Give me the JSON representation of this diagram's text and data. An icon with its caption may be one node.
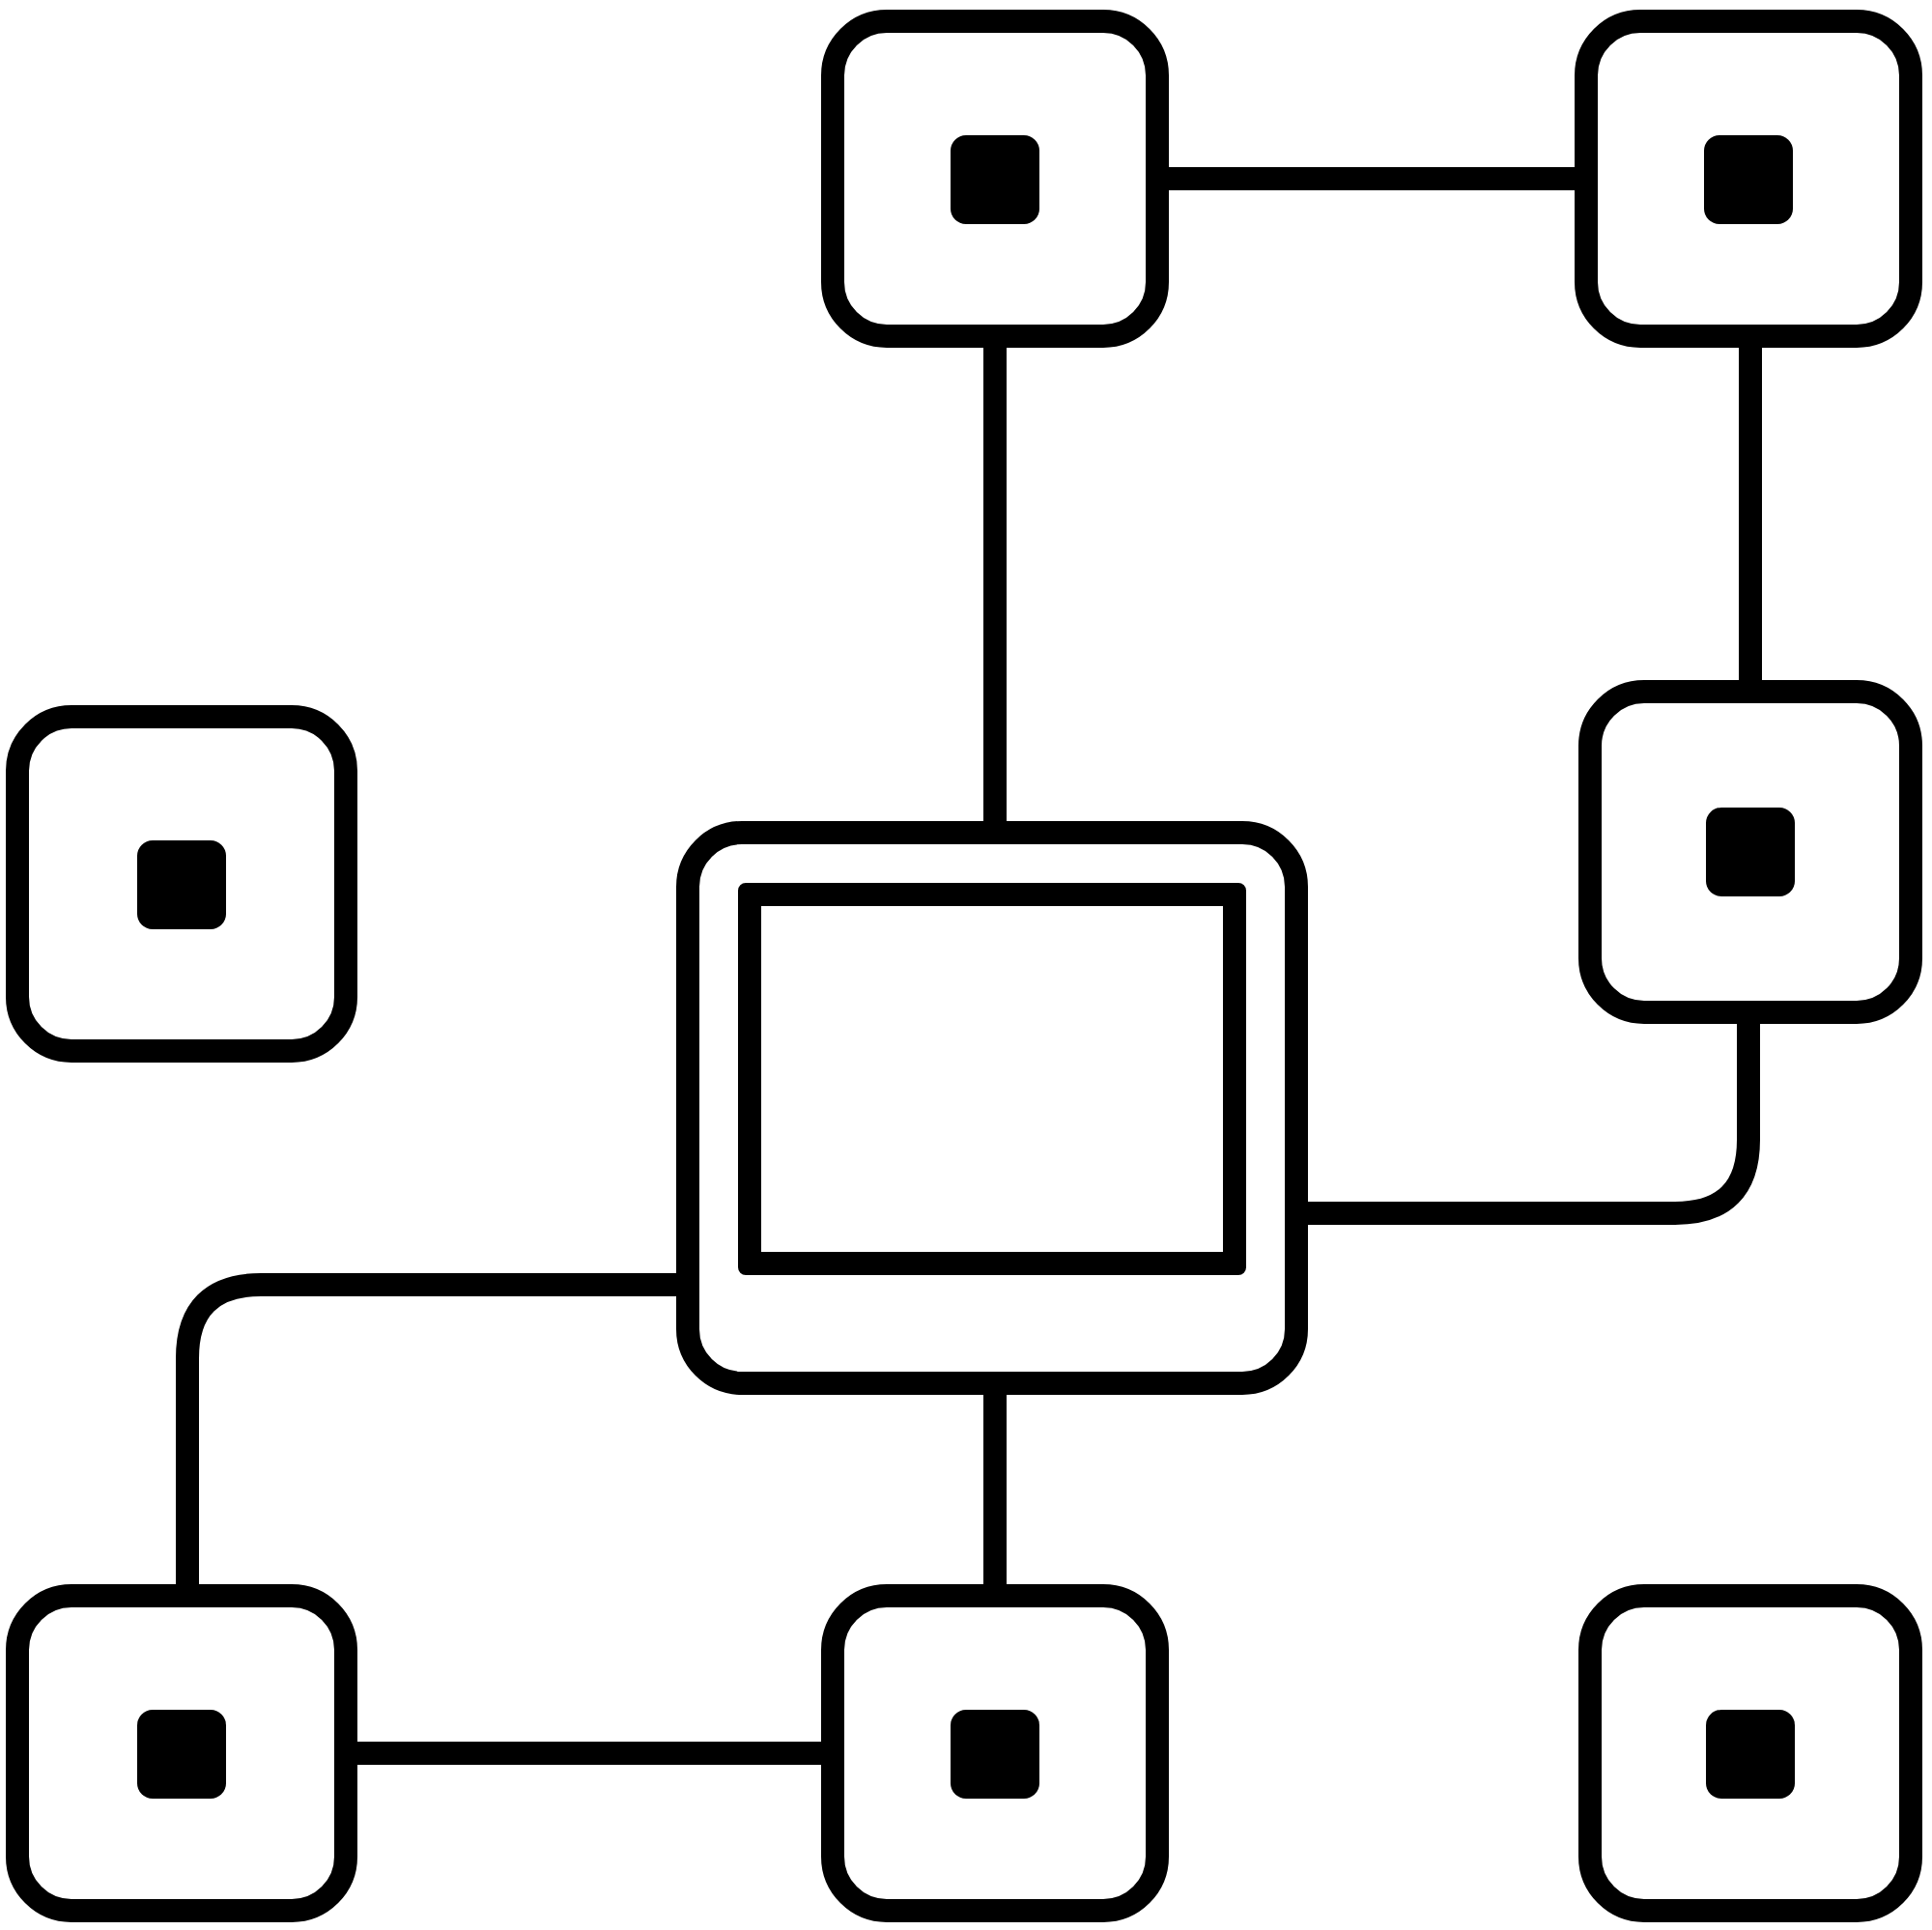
{
  "diagram": {
    "nodes": [
      {
        "text": [],
        "shape": "box"
      },
      {
        "text": [],
        "shape": "box"
      },
      {
        "text": [],
        "shape": "box"
      },
      {
        "text": [],
        "shape": "box"
      },
      {
        "text": [],
        "shape": "box"
      },
      {
        "text": [],
        "shape": "box"
      },
      {
        "text": [],
        "shape": "box"
      },
      {
        "text": [],
        "shape": "box"
      }
    ],
    "edges": [
      {
        "from": 0,
        "to": 1,
        "arrow": "none"
      },
      {
        "from": 1,
        "to": 3,
        "arrow": "none"
      },
      {
        "from": 0,
        "to": 4,
        "arrow": "none"
      },
      {
        "from": 3,
        "to": 4,
        "arrow": "none"
      },
      {
        "from": 4,
        "to": 5,
        "arrow": "none"
      },
      {
        "from": 4,
        "to": 6,
        "arrow": "none"
      },
      {
        "from": 5,
        "to": 6,
        "arrow": "none"
      }
    ]
  }
}
